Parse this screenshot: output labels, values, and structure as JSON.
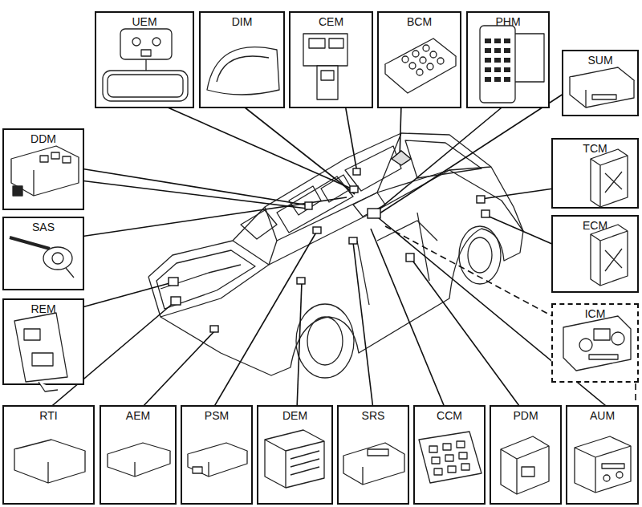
{
  "diagram": {
    "nodes": [
      {
        "text": [
          "UEM"
        ]
      },
      {
        "text": [
          "DIM"
        ]
      },
      {
        "text": [
          "CEM"
        ]
      },
      {
        "text": [
          "BCM"
        ]
      },
      {
        "text": [
          "PHM"
        ]
      },
      {
        "text": [
          "SUM"
        ]
      },
      {
        "text": [
          "DDM"
        ]
      },
      {
        "text": [
          "TCM"
        ]
      },
      {
        "text": [
          "SAS"
        ]
      },
      {
        "text": [
          "ECM"
        ]
      },
      {
        "text": [
          "REM"
        ]
      },
      {
        "text": [
          "ICM"
        ]
      },
      {
        "text": [
          "RTI"
        ]
      },
      {
        "text": [
          "AEM"
        ]
      },
      {
        "text": [
          "PSM"
        ]
      },
      {
        "text": [
          "DEM"
        ]
      },
      {
        "text": [
          "SRS"
        ]
      },
      {
        "text": [
          "CCM"
        ]
      },
      {
        "text": [
          "PDM"
        ]
      },
      {
        "text": [
          "AUM"
        ]
      }
    ]
  }
}
